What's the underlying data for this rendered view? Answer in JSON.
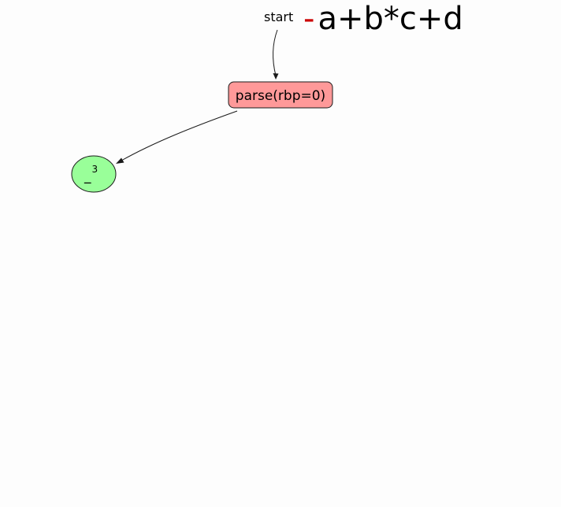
{
  "start_label": "start",
  "expression": {
    "highlighted": "-",
    "rest": "a+b*c+d",
    "highlight_color": "#cc0000"
  },
  "nodes": [
    {
      "id": "parse-node",
      "label": "parse(rbp=0)",
      "shape": "rounded-rectangle",
      "fill": "#ff9999"
    },
    {
      "id": "result-node",
      "label": "_",
      "superscript": "3",
      "shape": "ellipse",
      "fill": "#99ff99"
    }
  ],
  "edges": [
    {
      "from": "start",
      "to": "parse-node"
    },
    {
      "from": "parse-node",
      "to": "result-node"
    }
  ]
}
